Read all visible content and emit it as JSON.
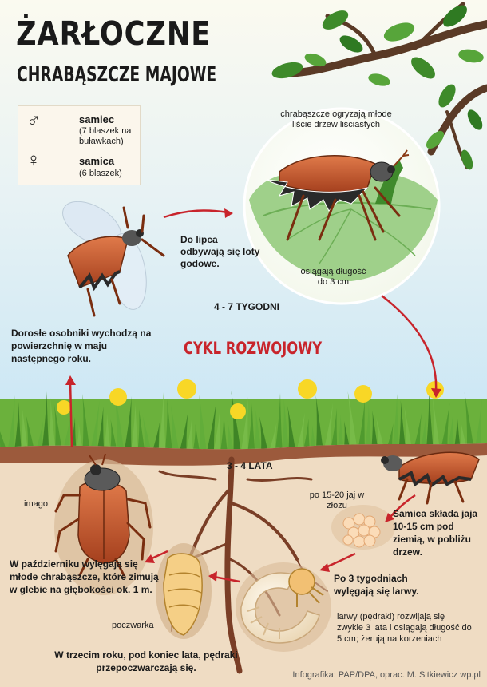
{
  "title": "ŻARŁOCZNE",
  "subtitle": "CHRABĄSZCZE MAJOWE",
  "legend": {
    "male_symbol": "♂",
    "male_label": "samiec",
    "male_desc": "(7 blaszek na buławkach)",
    "female_symbol": "♀",
    "female_label": "samica",
    "female_desc": "(6 blaszek)"
  },
  "labels": {
    "leaves": "chrabąszcze ogryzają młode liście drzew liściastych",
    "flight": "Do lipca odbywają się loty godowe.",
    "length": "osiągają długość do 3 cm",
    "weeks": "4 - 7 TYGODNI",
    "emerge": "Dorosłe osobniki wychodzą na powierzchnię w maju następnego roku.",
    "cycle": "CYKL ROZWOJOWY",
    "years": "3 - 4 LATA",
    "imago": "imago",
    "eggs_count": "po 15-20 jaj w złożu",
    "lays": "Samica składa jaja 10-15 cm pod ziemią, w pobliżu drzew.",
    "october": "W październiku wylęgają się młode chrabąszcze, które zimują w glebie na głębokości ok. 1 m.",
    "hatch": "Po 3 tygodniach wylęgają się larwy.",
    "pupa": "poczwarka",
    "grubs": "larwy (pędraki) rozwijają się zwykle 3 lata i osiągają długość do 5 cm; żerują na korzeniach",
    "third_year": "W trzecim roku, pod koniec lata, pędraki przepoczwarczają się.",
    "credit": "Infografika: PAP/DPA, oprac. M. Sitkiewicz wp.pl"
  },
  "colors": {
    "accent_red": "#c8242b",
    "soil": "#f0dcc2",
    "grass": "#4f9a2e",
    "sky": "#cfe8f6"
  }
}
